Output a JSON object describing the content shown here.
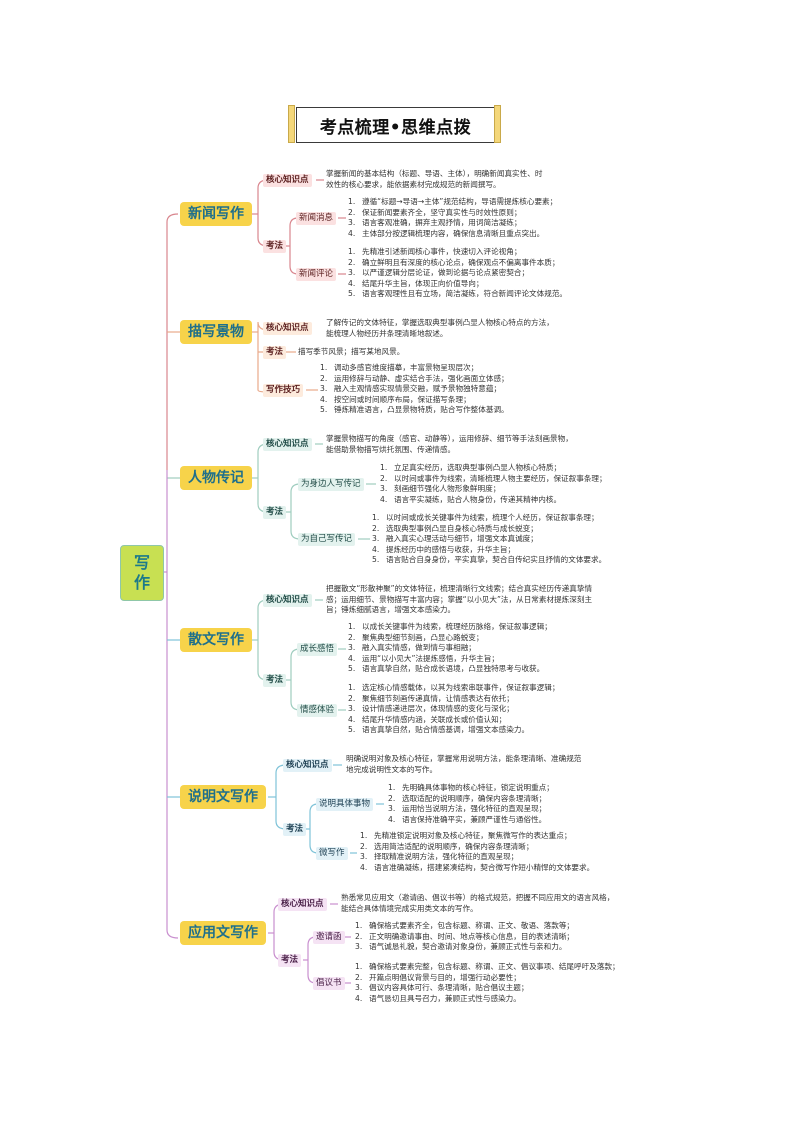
{
  "title": "考点梳理•思维点拨",
  "root": {
    "line1": "写",
    "line2": "作"
  },
  "colors": {
    "topic_bg": "#f7d34a",
    "topic_text": "#1f6f8b",
    "root_bg": "#c8e052",
    "branch_red": "#d9868e",
    "branch_orange": "#e8a98a",
    "branch_green": "#9fcdbf",
    "branch_blue": "#7fc3d8",
    "branch_purple": "#c98fcf"
  },
  "branches": [
    {
      "topic": "新闻写作",
      "core_label": "核心知识点",
      "core_text": [
        "掌握新闻的基本结构（标题、导语、主体），明确新闻真实性、时",
        "效性的核心要求，能依据素材完成规范的新闻撰写。"
      ],
      "method_label": "考法",
      "subs": [
        {
          "label": "新闻消息",
          "items": [
            "遵循“标题→导语→主体”规范结构，导语需提炼核心要素；",
            "保证新闻要素齐全，坚守真实性与时效性原则；",
            "语言客观准确，摒弃主观抒情，用词简洁凝练；",
            "主体部分按逻辑梳理内容，确保信息清晰且重点突出。"
          ]
        },
        {
          "label": "新闻评论",
          "items": [
            "先精准引述新闻核心事件，快速切入评论视角；",
            "确立鲜明且有深度的核心论点，确保观点不偏离事件本质；",
            "以严谨逻辑分层论证，做到论据与论点紧密契合；",
            "结尾升华主旨，体现正向价值导向；",
            "语言客观理性且有立场，简洁凝练，符合新闻评论文体规范。"
          ]
        }
      ]
    },
    {
      "topic": "描写景物",
      "core_label": "核心知识点",
      "core_text": [
        "了解传记的文体特征，掌握选取典型事例凸显人物核心特点的方法，",
        "能梳理人物经历并条理清晰地叙述。"
      ],
      "method_label": "考法",
      "method_text": "描写季节风景；描写某地风景。",
      "skill_label": "写作技巧",
      "skill_items": [
        "调动多感官维度描摹，丰富景物呈现层次；",
        "运用修辞与动静、虚实结合手法，强化画面立体感；",
        "融入主观情感实现情景交融，赋予景物独特意蕴；",
        "按空间或时间顺序布局，保证描写条理；",
        "锤炼精准语言，凸显景物特质，贴合写作整体基调。"
      ]
    },
    {
      "topic": "人物传记",
      "core_label": "核心知识点",
      "core_text": [
        "掌握景物描写的角度（感官、动静等），运用修辞、细节等手法刻画景物，",
        "能借助景物描写烘托氛围、传递情感。"
      ],
      "method_label": "考法",
      "subs": [
        {
          "label": "为身边人写传记",
          "items": [
            "立足真实经历，选取典型事例凸显人物核心特质；",
            "以时间或事件为线索，清晰梳理人物主要经历，保证叙事条理；",
            "刻画细节强化人物形象鲜明度；",
            "语言平实凝练，贴合人物身份，传递其精神内核。"
          ]
        },
        {
          "label": "为自己写传记",
          "items": [
            "以时间或成长关键事件为线索，梳理个人经历，保证叙事条理；",
            "选取典型事例凸显自身核心特质与成长蜕变；",
            "融入真实心理活动与细节，增强文本真诚度；",
            "提炼经历中的感悟与收获，升华主旨；",
            "语言贴合自身身份，平实真挚，契合自传纪实且抒情的文体要求。"
          ]
        }
      ]
    },
    {
      "topic": "散文写作",
      "core_label": "核心知识点",
      "core_text": [
        "把握散文“形散神聚”的文体特征，梳理清晰行文线索；结合真实经历传递真挚情",
        "感；运用细节、景物描写丰富内容；掌握“以小见大”法，从日常素材提炼深刻主",
        "旨；锤炼细腻语言，增强文本感染力。"
      ],
      "method_label": "考法",
      "subs": [
        {
          "label": "成长感悟",
          "items": [
            "以成长关键事件为线索，梳理经历脉络，保证叙事逻辑；",
            "聚焦典型细节刻画，凸显心路蜕变；",
            "融入真实情感，做到情与事相融；",
            "运用“以小见大”法提炼感悟，升华主旨；",
            "语言真挚自然，贴合成长语境，凸显独特思考与收获。"
          ]
        },
        {
          "label": "情感体验",
          "items": [
            "选定核心情感载体，以其为线索串联事件，保证叙事逻辑；",
            "聚焦细节刻画传递真情，让情感表达有依托；",
            "设计情感递进层次，体现情感的变化与深化；",
            "结尾升华情感内涵，关联成长或价值认知；",
            "语言真挚自然，贴合情感基调，增强文本感染力。"
          ]
        }
      ]
    },
    {
      "topic": "说明文写作",
      "core_label": "核心知识点",
      "core_text": [
        "明确说明对象及核心特征，掌握常用说明方法，能条理清晰、准确规范",
        "地完成说明性文本的写作。"
      ],
      "method_label": "考法",
      "subs": [
        {
          "label": "说明具体事物",
          "items": [
            "先明确具体事物的核心特征，锁定说明重点；",
            "选取适配的说明顺序，确保内容条理清晰；",
            "运用恰当说明方法，强化特征的直观呈现；",
            "语言保持准确平实，兼顾严谨性与通俗性。"
          ]
        },
        {
          "label": "微写作",
          "items": [
            "先精准锁定说明对象及核心特征，聚焦微写作的表达重点；",
            "选用简洁适配的说明顺序，确保内容条理清晰；",
            "择取精准说明方法，强化特征的直观呈现；",
            "语言准确凝练，搭建紧凑结构，契合微写作短小精悍的文体要求。"
          ]
        }
      ]
    },
    {
      "topic": "应用文写作",
      "core_label": "核心知识点",
      "core_text": [
        "熟悉常见应用文（邀请函、倡议书等）的格式规范，把握不同应用文的语言风格，",
        "能结合具体情境完成实用类文本的写作。"
      ],
      "method_label": "考法",
      "subs": [
        {
          "label": "邀请函",
          "items": [
            "确保格式要素齐全，包含标题、称谓、正文、敬语、落款等；",
            "正文明确邀请事由、时间、地点等核心信息，目的表述清晰；",
            "语气诚恳礼貌，契合邀请对象身份，兼顾正式性与亲和力。"
          ]
        },
        {
          "label": "倡议书",
          "items": [
            "确保格式要素完整，包含标题、称谓、正文、倡议事项、结尾呼吁及落款；",
            "开篇点明倡议背景与目的，增强行动必要性；",
            "倡议内容具体可行、条理清晰，贴合倡议主题；",
            "语气恳切且具号召力，兼顾正式性与感染力。"
          ]
        }
      ]
    }
  ]
}
